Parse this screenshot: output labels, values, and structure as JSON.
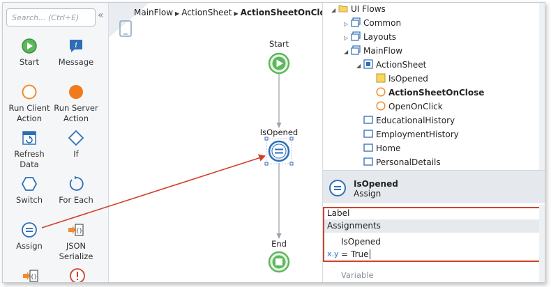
{
  "toolbox": {
    "search_placeholder": "Search... (Ctrl+E)",
    "tools": [
      {
        "label": "Start",
        "icon": "start-icon"
      },
      {
        "label": "Message",
        "icon": "message-icon"
      },
      {
        "label": "Run Client Action",
        "icon": "run-client-action-icon"
      },
      {
        "label": "Run Server Action",
        "icon": "run-server-action-icon"
      },
      {
        "label": "Refresh Data",
        "icon": "refresh-data-icon"
      },
      {
        "label": "If",
        "icon": "if-icon"
      },
      {
        "label": "Switch",
        "icon": "switch-icon"
      },
      {
        "label": "For Each",
        "icon": "for-each-icon"
      },
      {
        "label": "Assign",
        "icon": "assign-icon"
      },
      {
        "label": "JSON Serialize",
        "icon": "json-serialize-icon"
      }
    ]
  },
  "canvas": {
    "breadcrumb": [
      "MainFlow",
      "ActionSheet",
      "ActionSheetOnClose"
    ],
    "nodes": {
      "start": "Start",
      "assign": "IsOpened",
      "end": "End"
    }
  },
  "tree": {
    "items": [
      {
        "label": "UI Flows",
        "icon": "folder-icon"
      },
      {
        "label": "Common",
        "icon": "flow-icon"
      },
      {
        "label": "Layouts",
        "icon": "flow-icon"
      },
      {
        "label": "MainFlow",
        "icon": "flow-icon"
      },
      {
        "label": "ActionSheet",
        "icon": "block-icon"
      },
      {
        "label": "IsOpened",
        "icon": "variable-icon"
      },
      {
        "label": "ActionSheetOnClose",
        "icon": "client-action-icon"
      },
      {
        "label": "OpenOnClick",
        "icon": "client-action-icon"
      },
      {
        "label": "EducationalHistory",
        "icon": "screen-icon"
      },
      {
        "label": "EmploymentHistory",
        "icon": "screen-icon"
      },
      {
        "label": "Home",
        "icon": "screen-icon"
      },
      {
        "label": "PersonalDetails",
        "icon": "screen-icon"
      }
    ]
  },
  "properties": {
    "title": "IsOpened",
    "subtitle": "Assign",
    "label_heading": "Label",
    "assignments_heading": "Assignments",
    "variable_name": "IsOpened",
    "xy_symbol": "x.y",
    "equals": "=",
    "value": "True",
    "variable_label": "Variable"
  },
  "colors": {
    "accent_blue": "#2e6eb8",
    "start_green": "#5cb85c",
    "highlight_red": "#d1402c",
    "client_action_orange": "#f08c2c"
  }
}
